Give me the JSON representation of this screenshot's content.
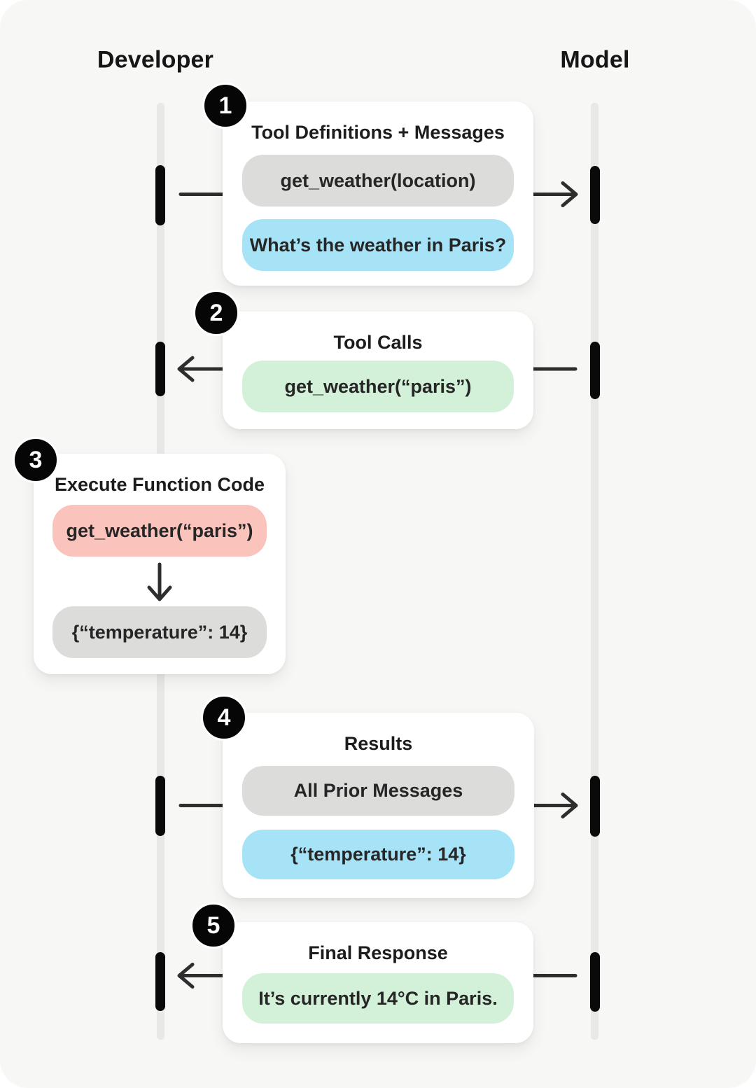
{
  "diagram": {
    "kind": "sequence-diagram",
    "lanes": {
      "left": "Developer",
      "right": "Model"
    },
    "steps": [
      {
        "num": "1",
        "title": "Tool Definitions + Messages",
        "pills": [
          {
            "text": "get_weather(location)",
            "type": "neutral"
          },
          {
            "text": "What’s the weather in Paris?",
            "type": "request"
          }
        ],
        "arrow": "developer-to-model"
      },
      {
        "num": "2",
        "title": "Tool Calls",
        "pills": [
          {
            "text": "get_weather(“paris”)",
            "type": "model-output"
          }
        ],
        "arrow": "model-to-developer"
      },
      {
        "num": "3",
        "title": "Execute Function Code",
        "pills": [
          {
            "text": "get_weather(“paris”)",
            "type": "execution"
          },
          {
            "text": "{“temperature”: 14}",
            "type": "neutral"
          }
        ],
        "arrow": "internal-down"
      },
      {
        "num": "4",
        "title": "Results",
        "pills": [
          {
            "text": "All Prior Messages",
            "type": "neutral"
          },
          {
            "text": "{“temperature”: 14}",
            "type": "request"
          }
        ],
        "arrow": "developer-to-model"
      },
      {
        "num": "5",
        "title": "Final Response",
        "pills": [
          {
            "text": "It’s currently 14°C in Paris.",
            "type": "model-output"
          }
        ],
        "arrow": "model-to-developer"
      }
    ],
    "colors": {
      "background": "#f7f7f5",
      "card": "#ffffff",
      "lifeline": "#e8e8e6",
      "activation_bar": "#0a0a0a",
      "arrow": "#2e2e2e",
      "badge": "#060606",
      "neutral_pill": "#dcdcda",
      "request_pill": "#a7e3f7",
      "model_output_pill": "#d3f1d9",
      "execution_pill": "#fac4bc",
      "text": "#1c1c1c"
    }
  }
}
